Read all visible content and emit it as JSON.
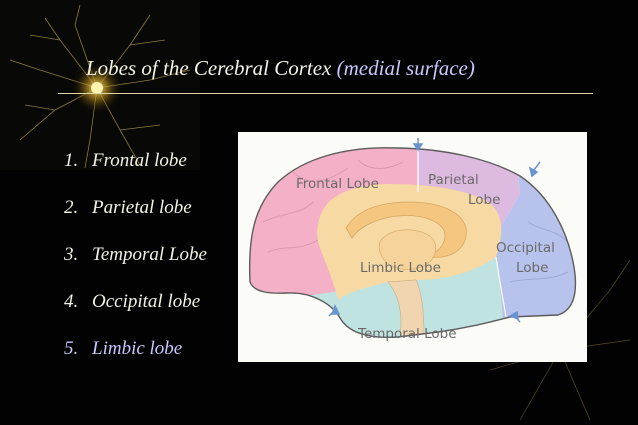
{
  "slide": {
    "title_main": "Lobes of the Cerebral Cortex",
    "title_accent": "(medial surface)",
    "list": [
      {
        "num": "1.",
        "label": "Frontal lobe"
      },
      {
        "num": "2.",
        "label": "Parietal lobe"
      },
      {
        "num": "3.",
        "label": "Temporal Lobe"
      },
      {
        "num": "4.",
        "label": "Occipital lobe"
      },
      {
        "num": "5.",
        "label": "Limbic lobe"
      }
    ]
  },
  "diagram": {
    "labels": {
      "frontal": "Frontal Lobe",
      "parietal_1": "Parietal",
      "parietal_2": "Lobe",
      "limbic": "Limbic Lobe",
      "occipital_1": "Occipital",
      "occipital_2": "Lobe",
      "temporal": "Temporal Lobe"
    },
    "colors": {
      "frontal": "#f3b0c6",
      "parietal": "#ddbadf",
      "occipital": "#b7c3ec",
      "temporal": "#bfe3e0",
      "limbic": "#f7d9a4",
      "corpus_callosum": "#f5c680",
      "marker": "#6a93d0"
    }
  }
}
